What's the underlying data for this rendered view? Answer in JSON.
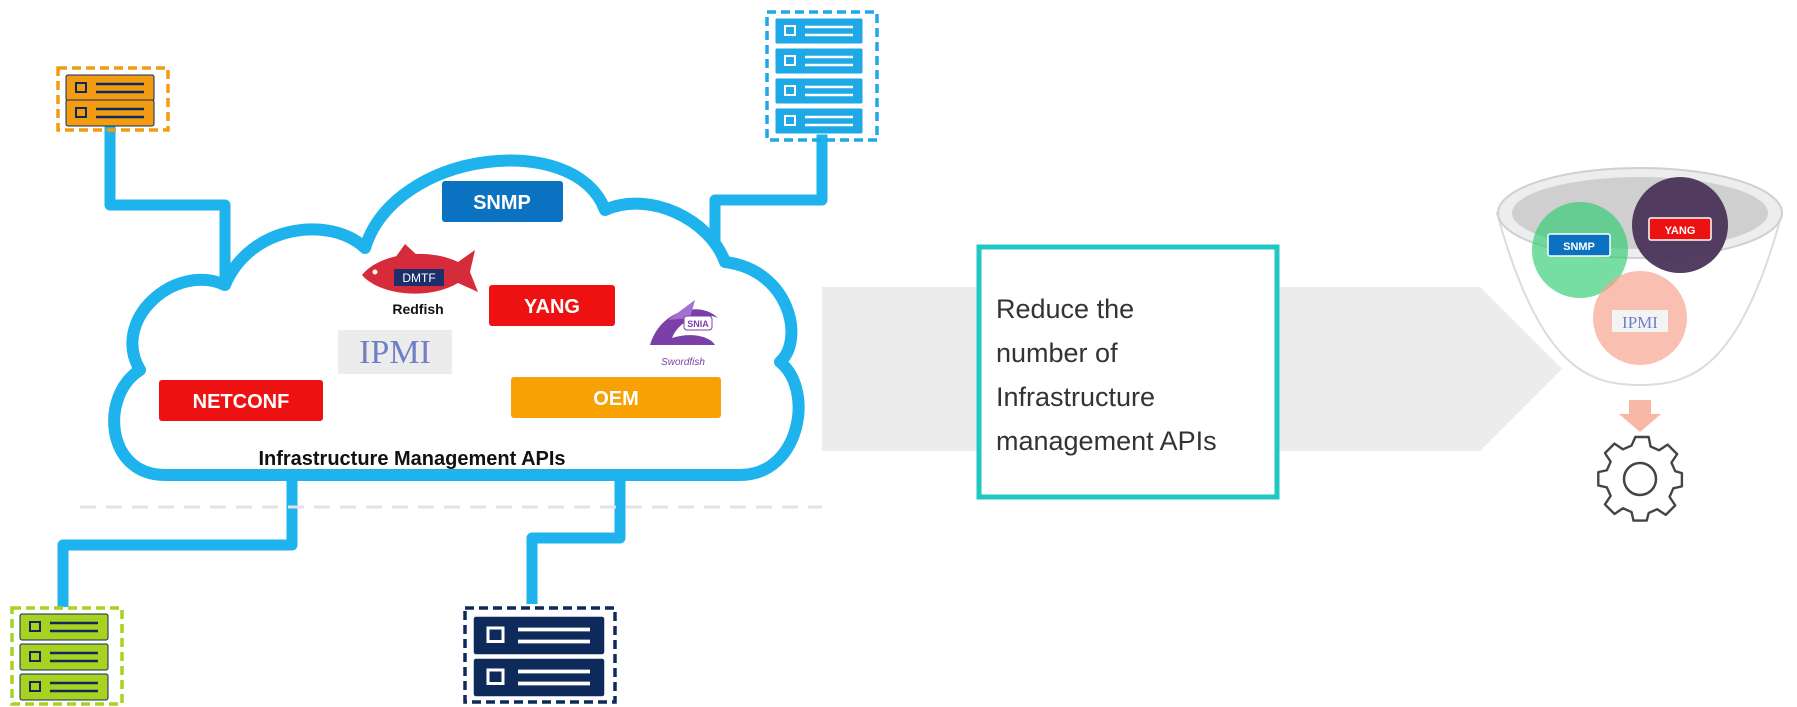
{
  "cloud": {
    "title": "Infrastructure Management APIs",
    "apis": {
      "snmp": "SNMP",
      "yang": "YANG",
      "netconf": "NETCONF",
      "oem": "OEM",
      "ipmi": "IPMI",
      "redfish_badge": "DMTF",
      "redfish": "Redfish",
      "swordfish_badge": "SNIA",
      "swordfish": "Swordfish"
    }
  },
  "reduce_box": {
    "lines": [
      "Reduce the",
      "number of",
      "Infrastructure",
      "management APIs"
    ]
  },
  "funnel": {
    "snmp": "SNMP",
    "yang": "YANG",
    "ipmi": "IPMI"
  },
  "colors": {
    "cloud_line": "#1fb3ee",
    "snmp": "#0a72c1",
    "red": "#ee1111",
    "oem": "#f8a105",
    "server_orange": "#f39c12",
    "server_blue": "#1ea8e6",
    "server_green": "#a8d21f",
    "server_navy": "#0d2a5b",
    "teal_box": "#21c7c2",
    "funnel_green": "#2ecc71",
    "funnel_purple": "#4a3358",
    "funnel_salmon": "#f7a48e"
  },
  "icons": [
    "server-rack-icon",
    "gear-icon",
    "down-arrow-icon",
    "fish-logo-icon",
    "shark-logo-icon"
  ]
}
